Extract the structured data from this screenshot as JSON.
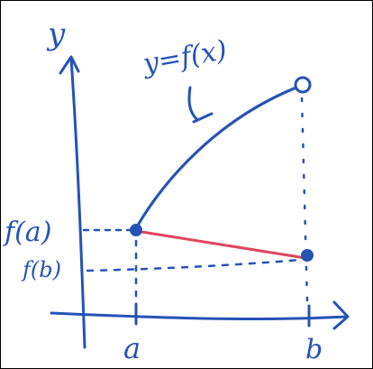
{
  "diagram": {
    "ink_color": "#2453b5",
    "secant_color": "#e0455c",
    "frame_color": "#000000",
    "axis_y_label": "y",
    "axis_x_label": "",
    "curve_label": "y=f(x)",
    "x_tick_a": "a",
    "x_tick_b": "b",
    "y_tick_fa": "f(a)",
    "y_tick_fb": "f(b)",
    "point_a": {
      "name": "a",
      "filled": true
    },
    "point_b_low": {
      "name": "b",
      "filled": true
    },
    "curve_end": {
      "name": "b",
      "filled": false
    }
  }
}
